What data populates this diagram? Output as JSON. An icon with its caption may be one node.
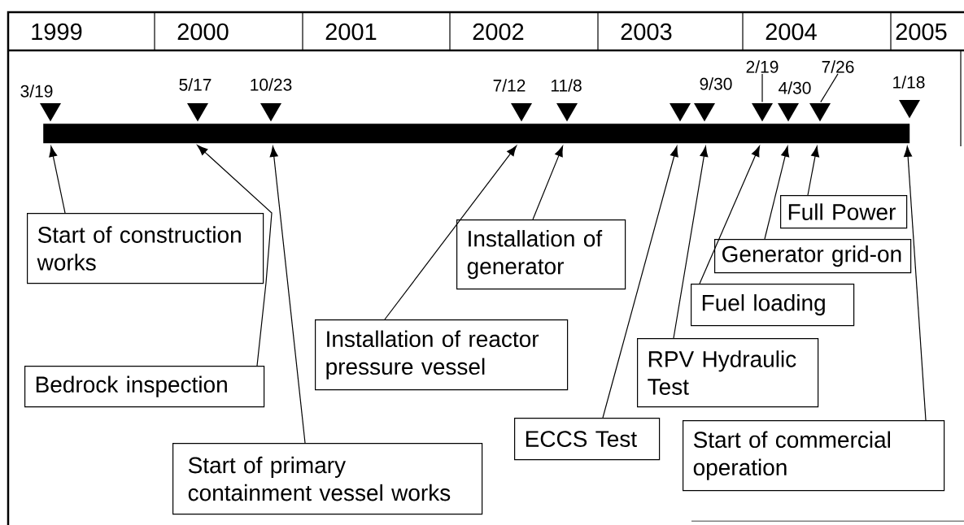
{
  "diagram": {
    "nodes": [
      {
        "text": [],
        "shape": "triangle",
        "beside": [
          "3/19"
        ]
      },
      {
        "text": [],
        "shape": "triangle",
        "beside": [
          "5/17"
        ]
      },
      {
        "text": [],
        "shape": "triangle",
        "beside": [
          "10/23"
        ]
      },
      {
        "text": [],
        "shape": "triangle",
        "beside": [
          "7/12"
        ]
      },
      {
        "text": [],
        "shape": "triangle",
        "beside": [
          "11/8"
        ]
      },
      {
        "text": [],
        "shape": "triangle"
      },
      {
        "text": [],
        "shape": "triangle",
        "beside": [
          "9/30"
        ]
      },
      {
        "text": [],
        "shape": "triangle"
      },
      {
        "text": [],
        "shape": "triangle",
        "beside": [
          "4/30"
        ]
      },
      {
        "text": [],
        "shape": "triangle"
      },
      {
        "text": [],
        "shape": "triangle",
        "beside": [
          "1/18"
        ]
      },
      {
        "text": [
          "2/19"
        ]
      },
      {
        "text": [
          "7/26"
        ]
      },
      {
        "text": [],
        "shape": "bar"
      },
      {
        "text": [
          "Start of construction works"
        ]
      },
      {
        "text": [
          "Bedrock inspection"
        ]
      },
      {
        "text": [
          "Start of primary containment vessel works"
        ]
      },
      {
        "text": [
          "Installation of reactor pressure vessel"
        ]
      },
      {
        "text": [
          "Installation of generator"
        ]
      },
      {
        "text": [
          "ECCS Test"
        ]
      },
      {
        "text": [
          "RPV Hydraulic Test"
        ]
      },
      {
        "text": [
          "Fuel loading"
        ]
      },
      {
        "text": [
          "Generator grid-on"
        ]
      },
      {
        "text": [
          "Full Power"
        ]
      },
      {
        "text": [
          "Start of commercial operation"
        ]
      }
    ],
    "edges": [
      {
        "from": 11,
        "to": 7,
        "arrow": "none"
      },
      {
        "from": 12,
        "to": 9,
        "arrow": "none"
      },
      {
        "from": 14,
        "to": 13,
        "arrow": "to"
      },
      {
        "from": 15,
        "to": 13,
        "arrow": "to"
      },
      {
        "from": 16,
        "to": 13,
        "arrow": "to"
      },
      {
        "from": 17,
        "to": 13,
        "arrow": "to"
      },
      {
        "from": 18,
        "to": 13,
        "arrow": "to"
      },
      {
        "from": 19,
        "to": 13,
        "arrow": "to"
      },
      {
        "from": 20,
        "to": 13,
        "arrow": "to"
      },
      {
        "from": 21,
        "to": 13,
        "arrow": "to"
      },
      {
        "from": 22,
        "to": 13,
        "arrow": "to"
      },
      {
        "from": 23,
        "to": 13,
        "arrow": "to"
      },
      {
        "from": 24,
        "to": 13,
        "arrow": "to"
      }
    ],
    "labels": [
      "1999",
      "2000",
      "2001",
      "2002",
      "2003",
      "2004",
      "2005"
    ]
  }
}
